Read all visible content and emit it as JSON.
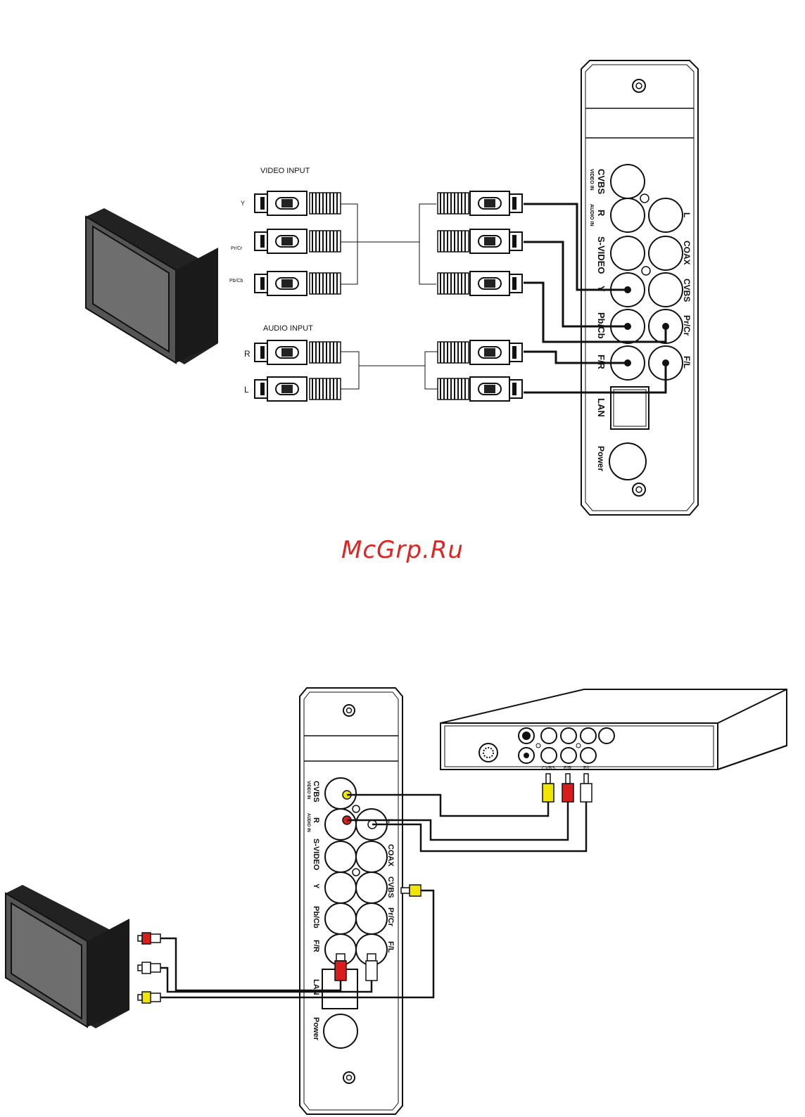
{
  "watermark": "McGrp.Ru",
  "top_diagram": {
    "video_input_title": "VIDEO INPUT",
    "audio_input_title": "AUDIO INPUT",
    "video_plug_labels": [
      "Y",
      "Pr/Cr",
      "Pb/Cb"
    ],
    "audio_plug_labels": [
      "R",
      "L"
    ],
    "panel_labels": {
      "cvbs": "CVBS",
      "video_in": "VIDEO IN",
      "r": "R",
      "audio_in": "AUDIO IN",
      "l": "L",
      "svideo": "S-VIDEO",
      "coax": "COAX",
      "y": "Y",
      "cvbs2": "CVBS",
      "pbcb": "Pb/Cb",
      "prcr": "Pr/Cr",
      "fr": "F/R",
      "fl": "F/L",
      "lan": "LAN",
      "power": "Power"
    }
  },
  "bottom_diagram": {
    "panel_labels": {
      "cvbs": "CVBS",
      "video_in": "VIDEO IN",
      "r": "R",
      "audio_in": "AUDIO IN",
      "l": "L",
      "svideo": "S-VIDEO",
      "coax": "COAX",
      "y": "Y",
      "cvbs2": "CVBS",
      "pbcb": "Pb/Cb",
      "prcr": "Pr/Cr",
      "fr": "F/R",
      "fl": "F/L",
      "lan": "LAN",
      "power": "Power"
    },
    "source_device_labels": [
      "CVBS",
      "F/R",
      "F/L"
    ]
  },
  "colors": {
    "yellow": "#f2e600",
    "red": "#d91c1c",
    "white": "#ffffff",
    "line": "#111111",
    "screen": "#6e6e6e"
  }
}
